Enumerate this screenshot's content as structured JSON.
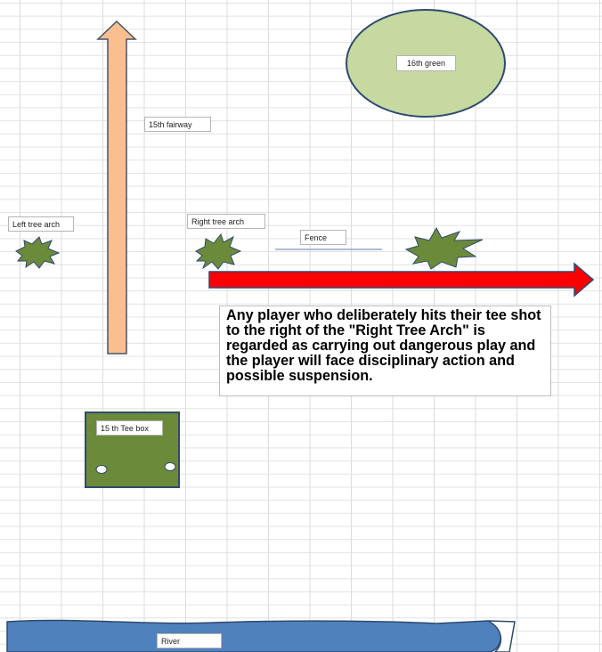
{
  "labels": {
    "green": "16th green",
    "fairway": "15th fairway",
    "left_tree": "Left tree arch",
    "right_tree": "Right tree arch",
    "fence": "Fence",
    "tee_box": "15 th Tee box",
    "river": "River"
  },
  "notice": "Any player who deliberately hits their tee shot to the right of the \"Right Tree Arch\" is regarded as carrying out dangerous play and the player will face disciplinary action and possible suspension.",
  "colors": {
    "green": "#c5d9a0",
    "fairway_arrow": "#fbbf8f",
    "tree": "#6b8a3a",
    "out_of_bounds_arrow": "#ff0000",
    "tee_box": "#6b8a3a",
    "river": "#4f81bd",
    "outline": "#2f4a6e"
  }
}
